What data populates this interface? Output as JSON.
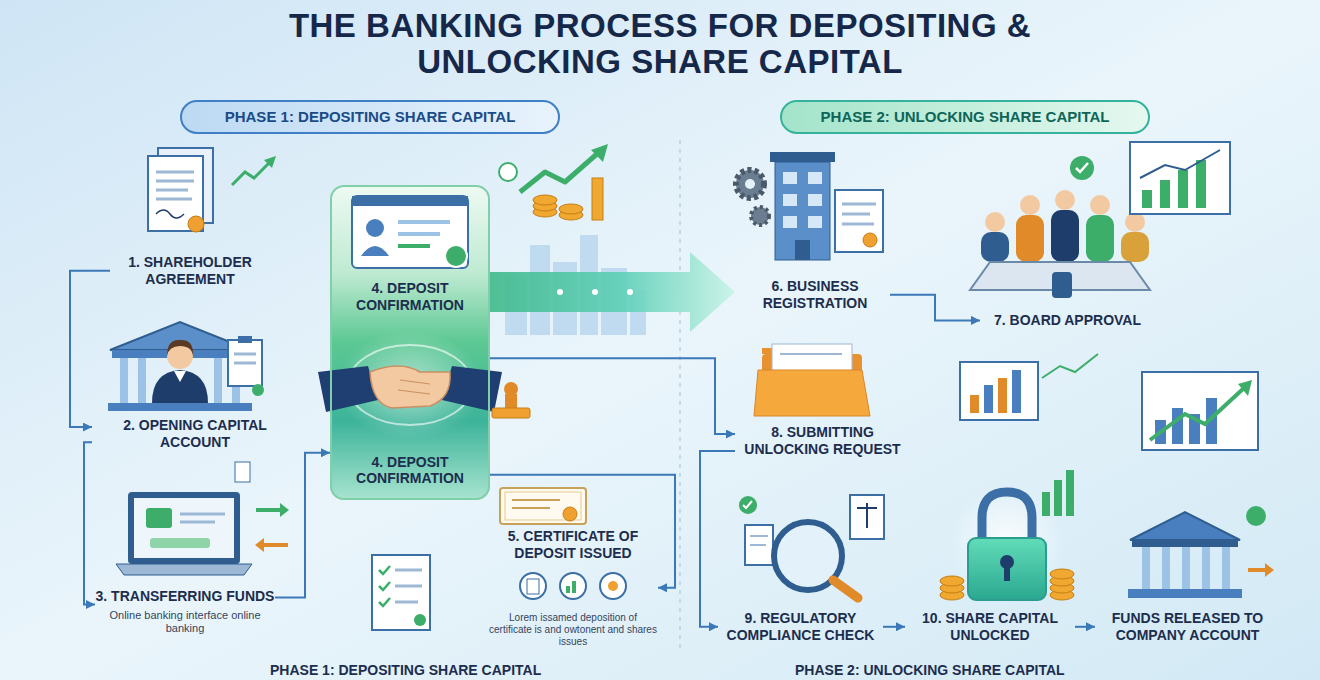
{
  "diagram": {
    "title": "THE BANKING PROCESS FOR DEPOSITING & UNLOCKING SHARE CAPITAL",
    "nodes": [
      {
        "text": [
          "PHASE 1: DEPOSITING SHARE CAPITAL"
        ]
      },
      {
        "text": [
          "1. SHAREHOLDER AGREEMENT"
        ]
      },
      {
        "text": [
          "2. OPENING CAPITAL ACCOUNT"
        ]
      },
      {
        "text": [
          "3. TRANSFERRING FUNDS",
          "Online banking interface online banking"
        ]
      },
      {
        "text": [
          "4. DEPOSIT CONFIRMATION",
          "4. DEPOSIT CONFIRMATION"
        ]
      },
      {
        "text": [
          "5. CERTIFICATE OF DEPOSIT ISSUED",
          "Lorem issamed deposition of certificate is and owtonent and shares issues"
        ]
      },
      {
        "text": [
          "PHASE 2: UNLOCKING SHARE CAPITAL"
        ]
      },
      {
        "text": [
          "6. BUSINESS REGISTRATION"
        ]
      },
      {
        "text": [
          "7. BOARD APPROVAL"
        ]
      },
      {
        "text": [
          "8. SUBMITTING UNLOCKING REQUEST"
        ]
      },
      {
        "text": [
          "9. REGULATORY COMPLIANCE CHECK"
        ]
      },
      {
        "text": [
          "10. SHARE CAPITAL UNLOCKED"
        ]
      },
      {
        "text": [
          "FUNDS RELEASED TO COMPANY ACCOUNT"
        ]
      }
    ],
    "edges": [
      {
        "from": 1,
        "to": 2,
        "arrow": "to"
      },
      {
        "from": 2,
        "to": 3,
        "arrow": "to"
      },
      {
        "from": 3,
        "to": 4,
        "arrow": "to"
      },
      {
        "from": 4,
        "to": 5,
        "arrow": "to"
      },
      {
        "from": 4,
        "to": 9,
        "arrow": "to"
      },
      {
        "from": 7,
        "to": 8,
        "arrow": "to"
      },
      {
        "from": 9,
        "to": 10,
        "arrow": "to"
      },
      {
        "from": 10,
        "to": 11,
        "arrow": "to"
      },
      {
        "from": 11,
        "to": 12,
        "arrow": "to"
      }
    ],
    "labels": [
      "PHASE 1: DEPOSITING SHARE CAPITAL",
      "PHASE 2: UNLOCKING SHARE CAPITAL"
    ]
  }
}
